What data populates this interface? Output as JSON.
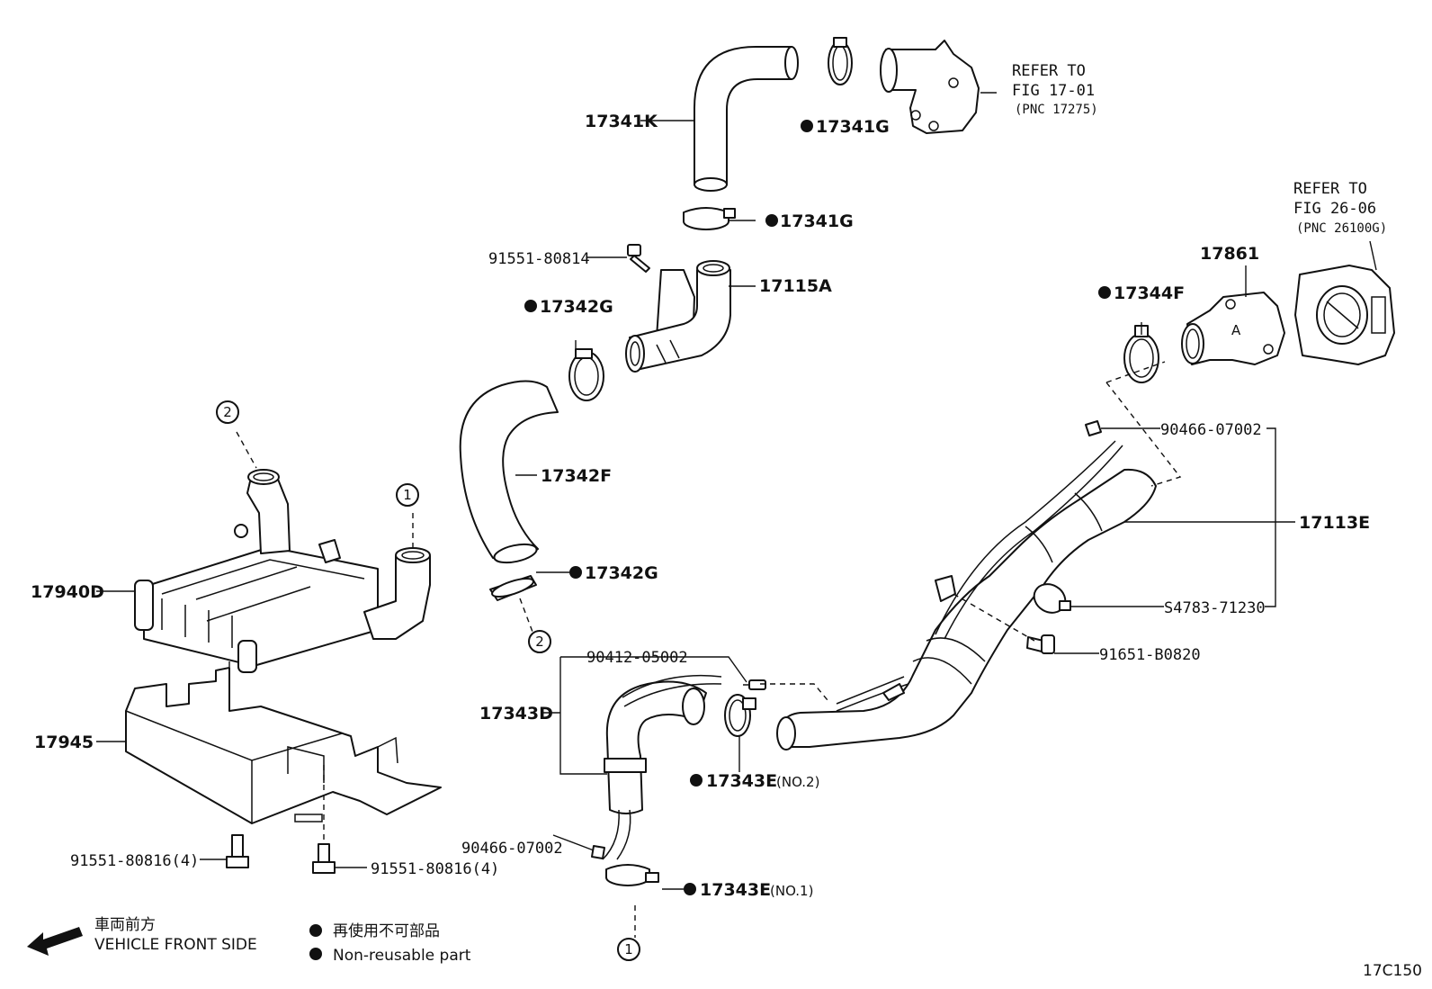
{
  "parts": {
    "p17341K": "17341K",
    "p17341G_top": "17341G",
    "p17341G_mid": "17341G",
    "p91551_80814": "91551-80814",
    "p17115A": "17115A",
    "p17342G_top": "17342G",
    "p17342F": "17342F",
    "p17342G_bot": "17342G",
    "p17940D": "17940D",
    "p17945": "17945",
    "p91551_80816_a": "91551-80816(4)",
    "p91551_80816_b": "91551-80816(4)",
    "p90412_05002": "90412-05002",
    "p17343D": "17343D",
    "p17343E_no2": "17343E",
    "p17343E_no2_note": "(NO.2)",
    "p90466_07002_bot": "90466-07002",
    "p17343E_no1": "17343E",
    "p17343E_no1_note": "(NO.1)",
    "p17344F": "17344F",
    "p17861": "17861",
    "p90466_07002_top": "90466-07002",
    "p17113E": "17113E",
    "pS4783_71230": "S4783-71230",
    "p91651_B0820": "91651-B0820"
  },
  "references": {
    "fig17": {
      "line1": "REFER TO",
      "line2": "FIG 17-01",
      "line3": "(PNC 17275)"
    },
    "fig26": {
      "line1": "REFER TO",
      "line2": "FIG 26-06",
      "line3": "(PNC 26100G)"
    }
  },
  "connectors": {
    "c1_a": "1",
    "c1_b": "1",
    "c2_a": "2",
    "c2_b": "2"
  },
  "legend": {
    "front_jp": "車両前方",
    "front_en": "VEHICLE FRONT SIDE",
    "nonreuse_jp": "再使用不可部品",
    "nonreuse_en": "Non-reusable part"
  },
  "figure_code": "17C150",
  "part_label_A": "A"
}
